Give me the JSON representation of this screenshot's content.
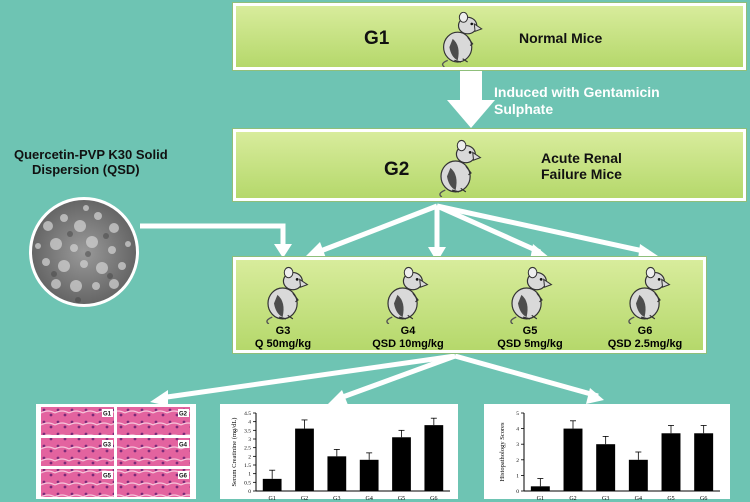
{
  "g1": {
    "group": "G1",
    "label": "Normal Mice"
  },
  "arrow_label": {
    "line1": "Induced with Gentamicin",
    "line2": "Sulphate"
  },
  "g2": {
    "group": "G2",
    "label_line1": "Acute Renal",
    "label_line2": "Failure Mice"
  },
  "qsd": {
    "line1": "Quercetin-PVP K30 Solid",
    "line2": "Dispersion (QSD)"
  },
  "treatments": [
    {
      "group": "G3",
      "dose": "Q 50mg/kg"
    },
    {
      "group": "G4",
      "dose": "QSD 10mg/kg"
    },
    {
      "group": "G5",
      "dose": "QSD 5mg/kg"
    },
    {
      "group": "G6",
      "dose": "QSD 2.5mg/kg"
    }
  ],
  "histology_tiles": [
    "G1",
    "G2",
    "G3",
    "G4",
    "G5",
    "G6"
  ],
  "colors": {
    "background": "#6ec4b3",
    "box": "#c5e27f",
    "arrow": "#ffffff",
    "bar": "#000000",
    "tissue": "#e0559a"
  },
  "chart_data": [
    {
      "type": "bar",
      "ylabel": "Serum Creatinine (mg/dL)",
      "categories": [
        "G1",
        "G2",
        "G3",
        "G4",
        "G5",
        "G6"
      ],
      "values": [
        0.7,
        3.6,
        2.0,
        1.8,
        3.1,
        3.8
      ],
      "errors": [
        0.5,
        0.5,
        0.4,
        0.4,
        0.4,
        0.4
      ],
      "ylim": [
        0,
        4.5
      ],
      "yticks": [
        "0",
        "0.5",
        "1",
        "1.5",
        "2",
        "2.5",
        "3",
        "3.5",
        "4",
        "4.5"
      ]
    },
    {
      "type": "bar",
      "ylabel": "Histopathology Scores",
      "categories": [
        "G1",
        "G2",
        "G3",
        "G4",
        "G5",
        "G6"
      ],
      "values": [
        0.3,
        4.0,
        3.0,
        2.0,
        3.7,
        3.7
      ],
      "errors": [
        0.5,
        0.5,
        0.5,
        0.5,
        0.5,
        0.5
      ],
      "ylim": [
        0,
        5
      ],
      "yticks": [
        "0",
        "1",
        "2",
        "3",
        "4",
        "5"
      ]
    }
  ]
}
